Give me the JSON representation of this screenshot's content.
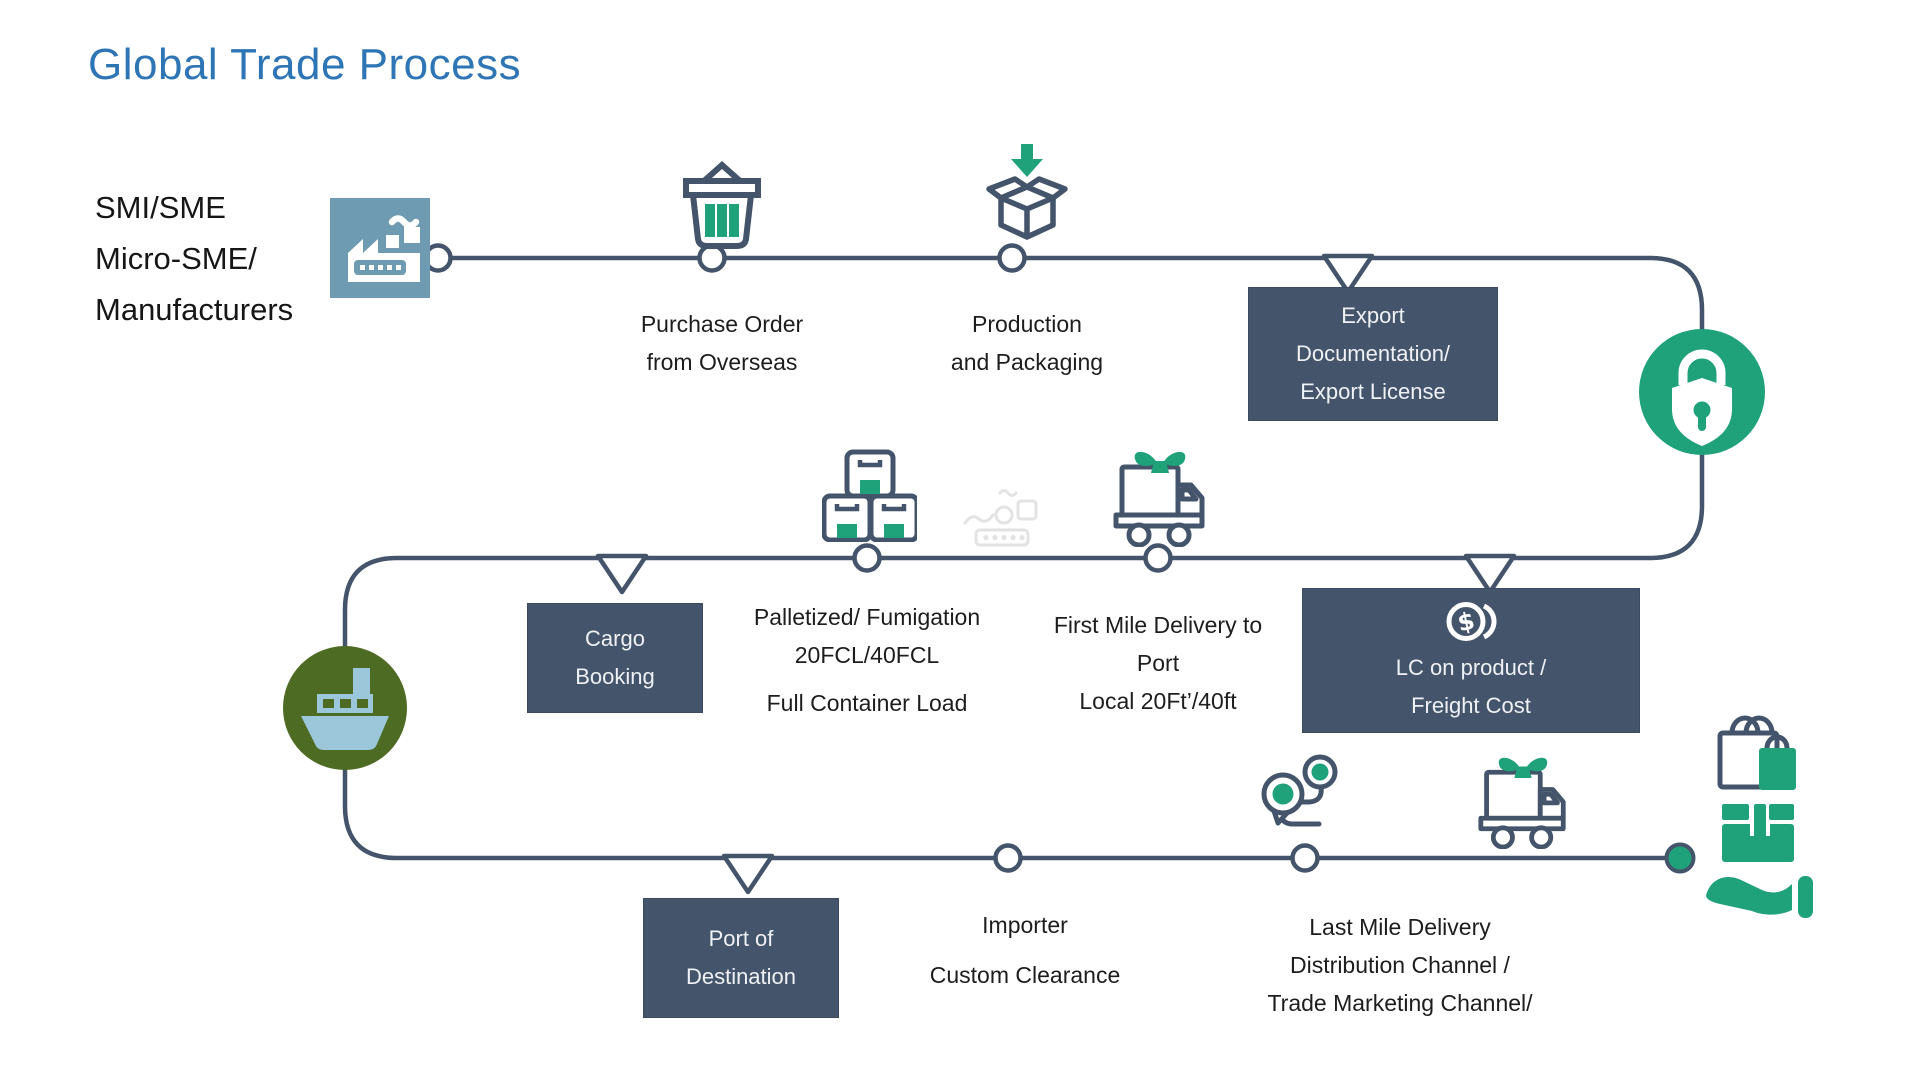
{
  "title": "Global Trade Process",
  "source": {
    "lines": [
      "SMI/SME",
      "Micro-SME/",
      "Manufacturers"
    ],
    "icon": "factory-icon"
  },
  "top_row": {
    "purchase_order": {
      "icon": "shopping-basket-icon",
      "lines": [
        "Purchase Order",
        "from Overseas"
      ]
    },
    "production": {
      "icon": "open-box-arrow-icon",
      "lines": [
        "Production",
        "and Packaging"
      ]
    },
    "export_box": {
      "lines": [
        "Export",
        "Documentation/",
        "Export License"
      ]
    },
    "security": {
      "icon": "lock-shield-icon"
    }
  },
  "middle_row": {
    "cargo_booking_box": {
      "lines": [
        "Cargo",
        "Booking"
      ]
    },
    "palletized": {
      "icon": "pallet-boxes-icon",
      "lines": [
        "Palletized/ Fumigation",
        "20FCL/40FCL",
        "Full Container Load"
      ]
    },
    "first_mile": {
      "icon": "gift-truck-icon",
      "lines": [
        "First Mile Delivery to",
        "Port",
        "Local 20Ft’/40ft"
      ]
    },
    "lc_box": {
      "icon": "dollar-coins-icon",
      "lines": [
        "LC on product /",
        "Freight Cost"
      ]
    },
    "shipping": {
      "icon": "cargo-ship-icon"
    }
  },
  "bottom_row": {
    "port_box": {
      "lines": [
        "Port of",
        "Destination"
      ]
    },
    "importer": {
      "lines": [
        "Importer",
        "Custom Clearance"
      ]
    },
    "last_mile": {
      "icons": [
        "route-pins-icon",
        "gift-truck-icon"
      ],
      "lines": [
        "Last Mile Delivery",
        "Distribution Channel /",
        "Trade Marketing Channel/"
      ]
    },
    "consumer": {
      "icons": [
        "shopping-bags-icon",
        "hand-delivery-box-icon"
      ]
    }
  },
  "colors": {
    "title_blue": "#2E75B6",
    "line_navy": "#44546A",
    "box_navy": "#44546A",
    "accent_green": "#1FA17A",
    "ship_circle_olive": "#4D6B22",
    "ship_glyph_blue": "#9CC6DA",
    "factory_tile_blue": "#6E9BB2",
    "watermark_gray": "#E3E3E3",
    "box_text": "#EEF1F5",
    "body_text": "#1d1d1d"
  }
}
